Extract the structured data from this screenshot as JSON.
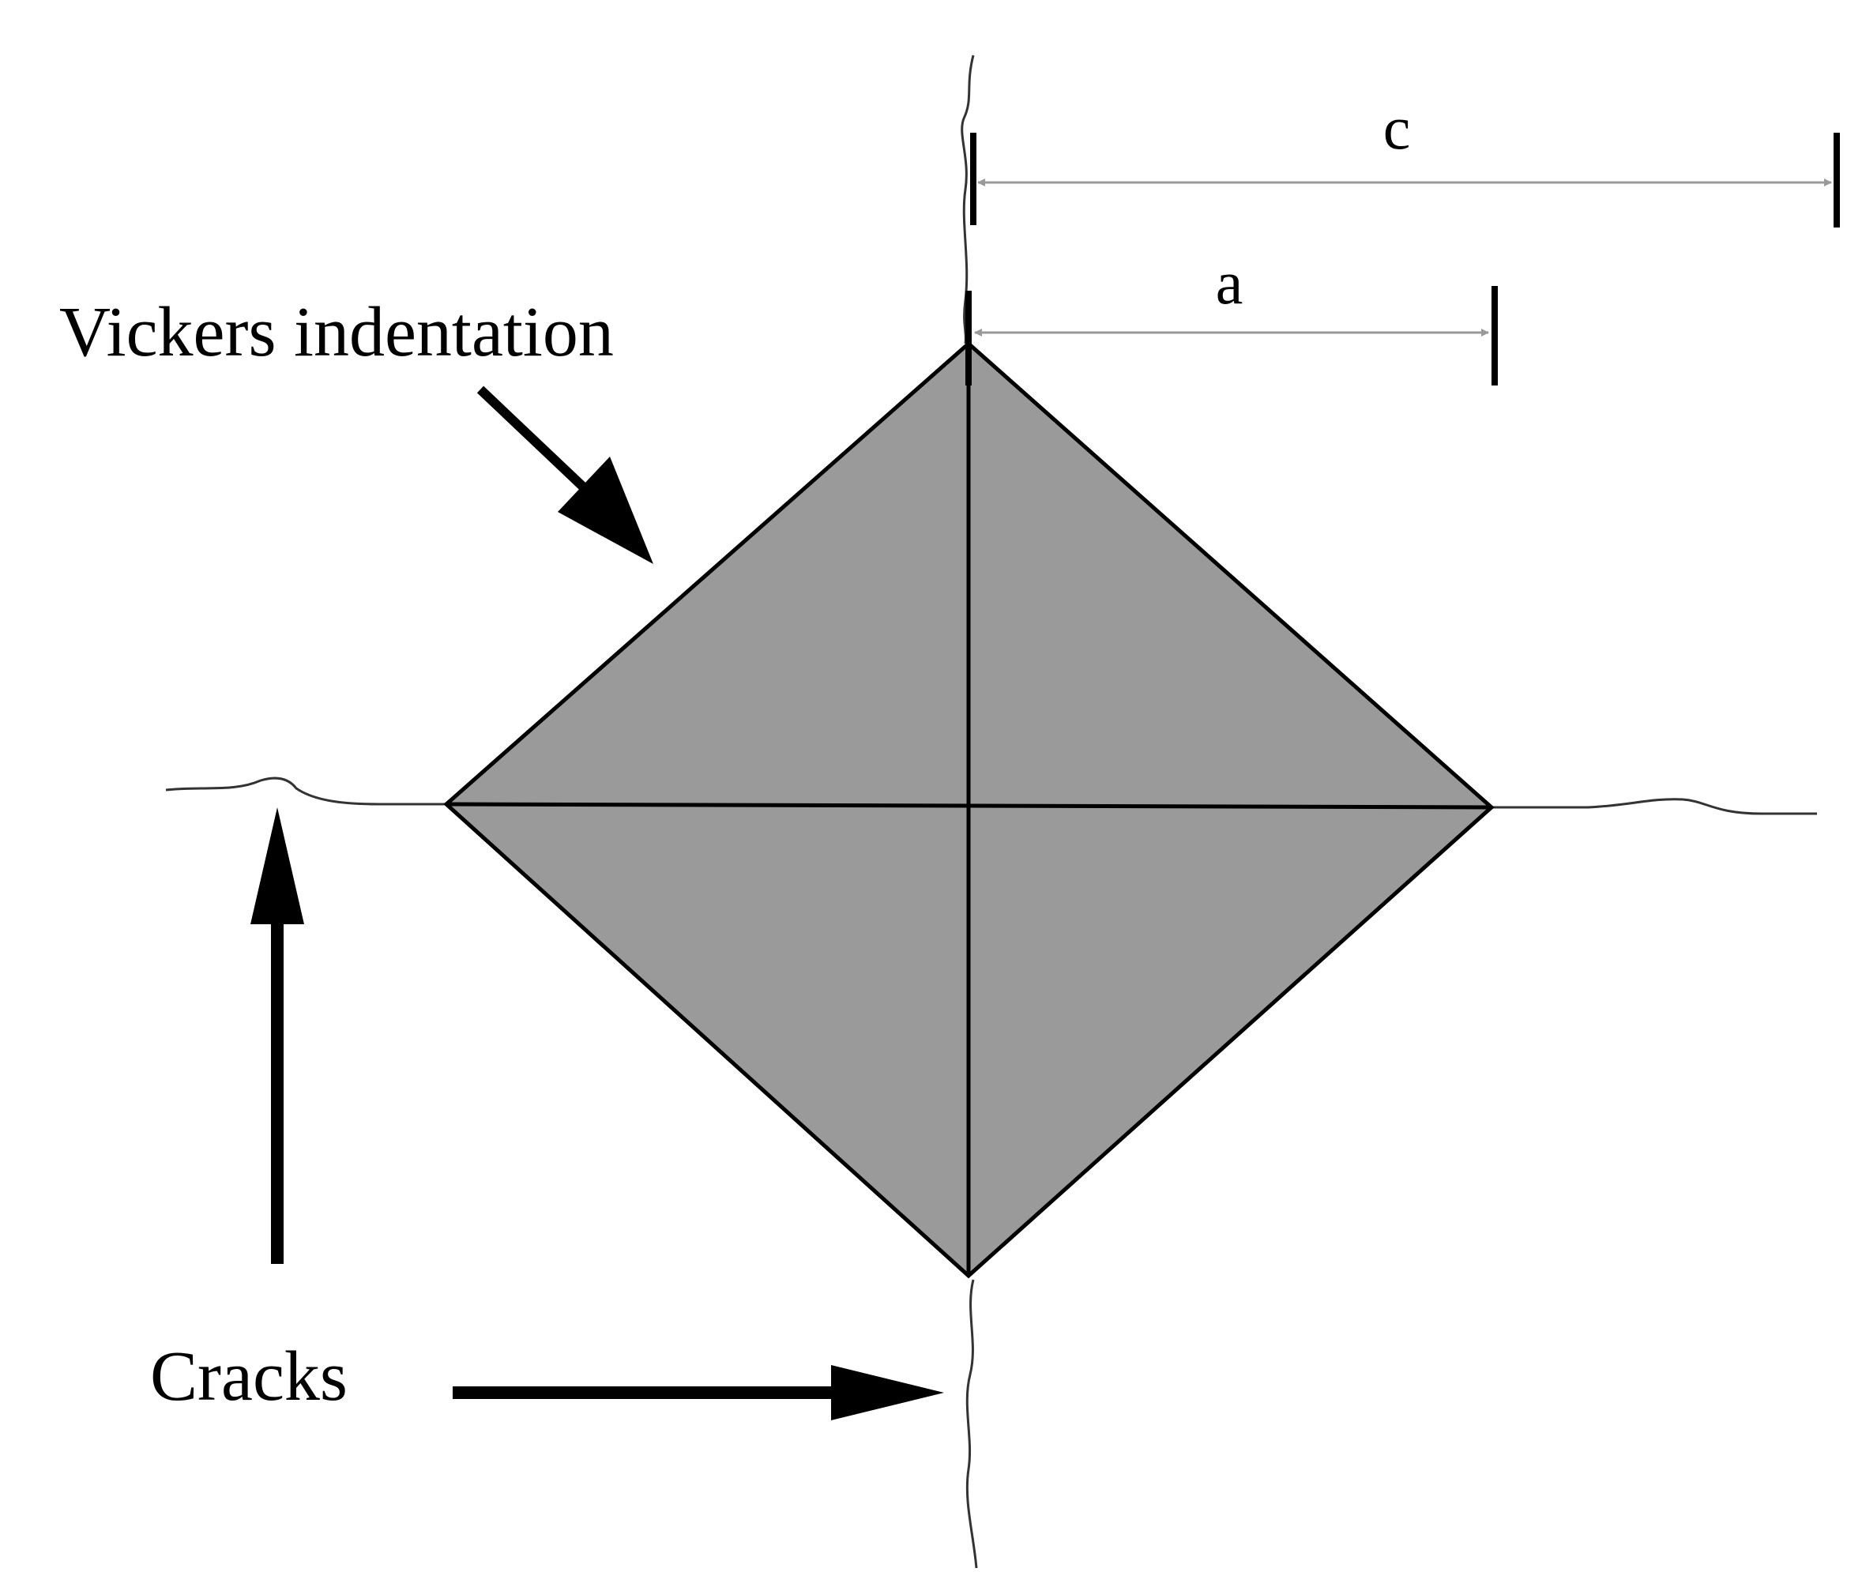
{
  "labels": {
    "indentation": "Vickers indentation",
    "cracks": "Cracks",
    "dim_a": "a",
    "dim_c": "c"
  },
  "colors": {
    "indent_fill": "#9a9a9a",
    "outline": "#000000",
    "dimension_arrow": "#999999",
    "crack_line": "#333333",
    "background": "#ffffff"
  }
}
